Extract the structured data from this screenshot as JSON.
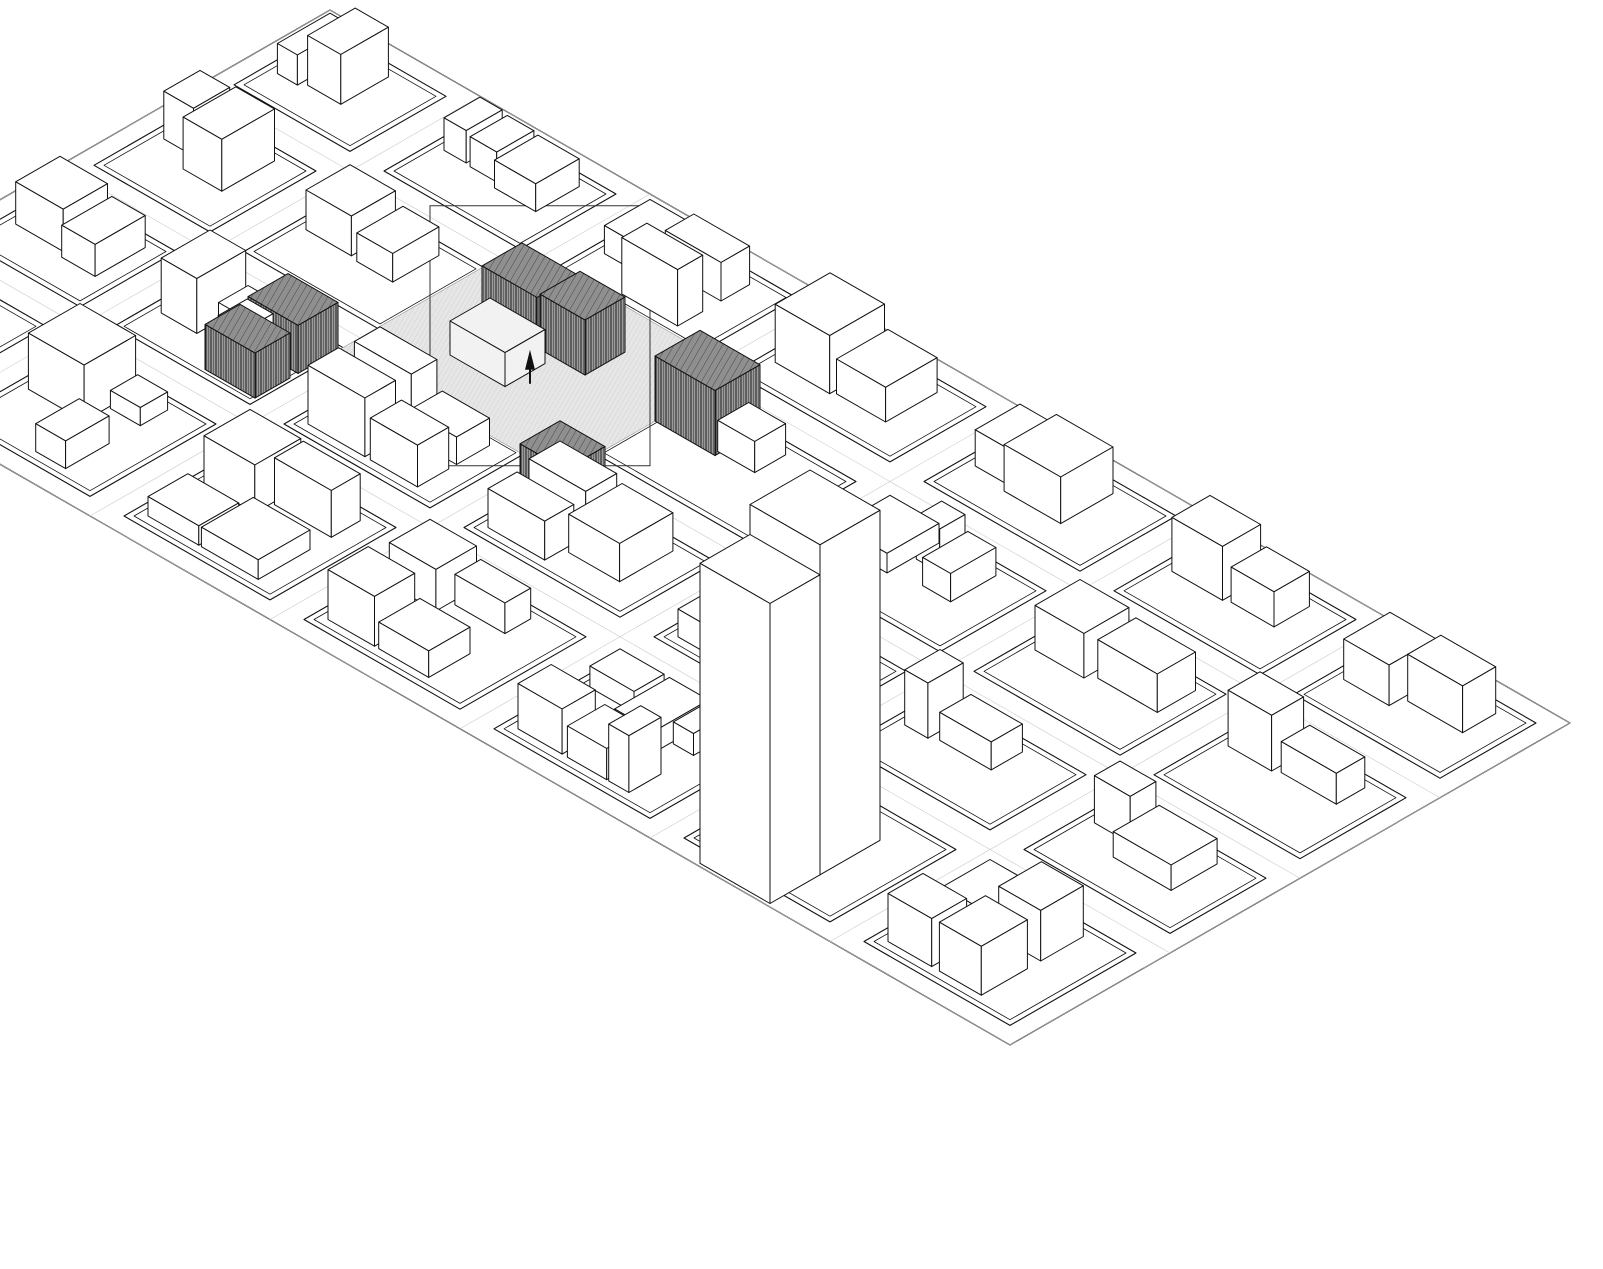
{
  "diagram": {
    "kind": "isometric-urban-site-axonometric",
    "labels": [],
    "colors": {
      "background": "#ffffff",
      "line": "#111111",
      "building_face": "#ffffff",
      "site_highlight_fill": "#d9d9d9",
      "hatched_context_fill": "#8a8a8a",
      "tree": "#111111"
    },
    "elements": {
      "ground_plane": "isometric-ground-plane",
      "street_grid": "street-grid",
      "city_blocks": "city-blocks",
      "site_focus_box": "site-focus-frame",
      "hatched_context_buildings": "hatched-neighbour-buildings",
      "project_building": "project-building",
      "tall_tower": "high-rise-tower",
      "tree": "tree-icon"
    }
  }
}
